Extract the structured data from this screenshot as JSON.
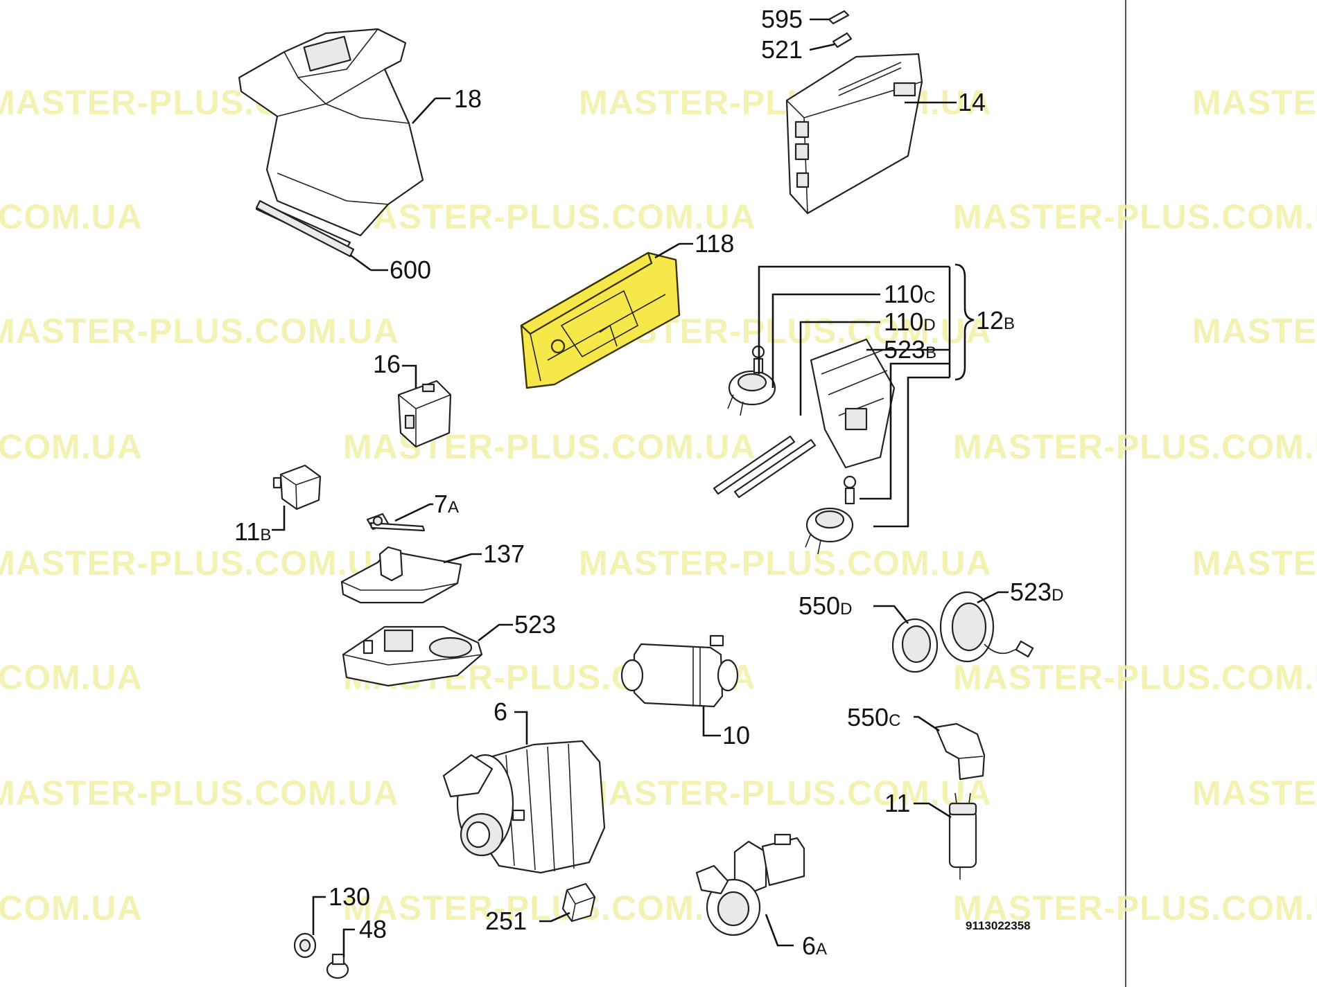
{
  "watermark": "MASTER-PLUS.COM.UA",
  "drawing_code": "9113022358",
  "highlighted_part": "118",
  "callouts": {
    "c595": "595",
    "c521": "521",
    "c18": "18",
    "c14": "14",
    "c600": "600",
    "c118": "118",
    "c110c": "110",
    "c110c_s": "C",
    "c110d": "110",
    "c110d_s": "D",
    "c12b": "12",
    "c12b_s": "B",
    "c523b": "523",
    "c523b_s": "B",
    "c16": "16",
    "c7a": "7",
    "c7a_s": "A",
    "c11b": "11",
    "c11b_s": "B",
    "c137": "137",
    "c523d": "523",
    "c523d_s": "D",
    "c550d": "550",
    "c550d_s": "D",
    "c523": "523",
    "c10": "10",
    "c6": "6",
    "c550c": "550",
    "c550c_s": "C",
    "c11": "11",
    "c130": "130",
    "c48": "48",
    "c251": "251",
    "c6a": "6",
    "c6a_s": "A"
  },
  "colors": {
    "highlight": "#f7e84a",
    "watermark": "#f2f0a6",
    "line": "#111111"
  }
}
